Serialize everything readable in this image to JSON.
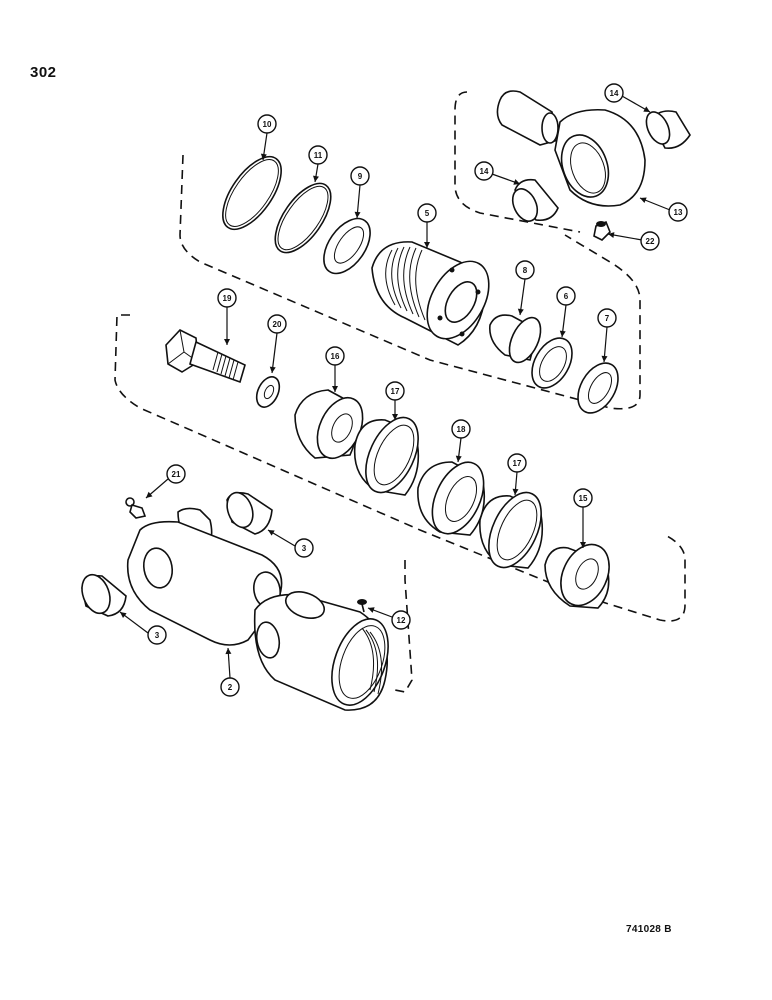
{
  "page_number": "302",
  "reference_code": "741028 B",
  "callouts": [
    {
      "id": "c10",
      "label": "10"
    },
    {
      "id": "c11",
      "label": "11"
    },
    {
      "id": "c9",
      "label": "9"
    },
    {
      "id": "c5",
      "label": "5"
    },
    {
      "id": "c14a",
      "label": "14"
    },
    {
      "id": "c14b",
      "label": "14"
    },
    {
      "id": "c13",
      "label": "13"
    },
    {
      "id": "c22",
      "label": "22"
    },
    {
      "id": "c8",
      "label": "8"
    },
    {
      "id": "c6",
      "label": "6"
    },
    {
      "id": "c7",
      "label": "7"
    },
    {
      "id": "c19",
      "label": "19"
    },
    {
      "id": "c20",
      "label": "20"
    },
    {
      "id": "c16",
      "label": "16"
    },
    {
      "id": "c17a",
      "label": "17"
    },
    {
      "id": "c18",
      "label": "18"
    },
    {
      "id": "c17b",
      "label": "17"
    },
    {
      "id": "c15",
      "label": "15"
    },
    {
      "id": "c21",
      "label": "21"
    },
    {
      "id": "c3a",
      "label": "3"
    },
    {
      "id": "c3b",
      "label": "3"
    },
    {
      "id": "c12",
      "label": "12"
    },
    {
      "id": "c2",
      "label": "2"
    }
  ]
}
